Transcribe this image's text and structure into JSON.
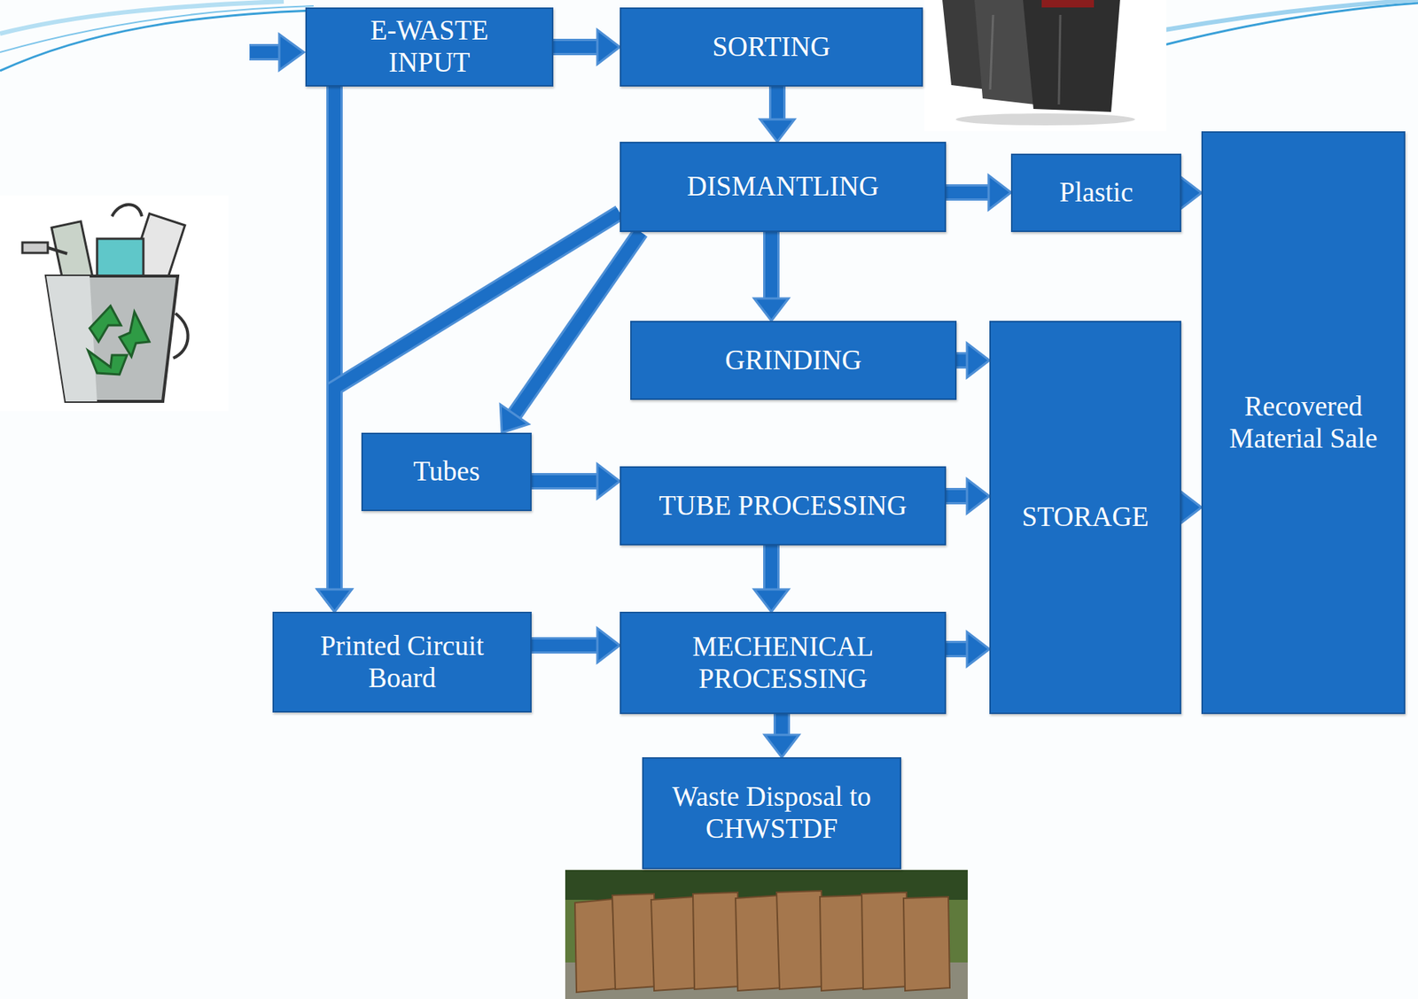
{
  "diagram": {
    "nodes": [
      {
        "text": [
          "E-WASTE INPUT"
        ]
      },
      {
        "text": [
          "SORTING"
        ]
      },
      {
        "text": [
          "DISMANTLING"
        ]
      },
      {
        "text": [
          "Plastic"
        ]
      },
      {
        "text": [
          "Recovered Material Sale"
        ]
      },
      {
        "text": [
          "GRINDING"
        ]
      },
      {
        "text": [
          "STORAGE"
        ]
      },
      {
        "text": [
          "Tubes"
        ]
      },
      {
        "text": [
          "TUBE PROCESSING"
        ]
      },
      {
        "text": [
          "Printed Circuit Board"
        ]
      },
      {
        "text": [
          "MECHENICAL PROCESSING"
        ]
      },
      {
        "text": [
          "Waste Disposal to CHWSTDF"
        ]
      }
    ],
    "edges": [
      {
        "from": 0,
        "to": 1,
        "arrow": "to"
      },
      {
        "from": 1,
        "to": 2,
        "arrow": "to"
      },
      {
        "from": 2,
        "to": 3,
        "arrow": "to"
      },
      {
        "from": 3,
        "to": 4,
        "arrow": "to"
      },
      {
        "from": 2,
        "to": 5,
        "arrow": "to"
      },
      {
        "from": 5,
        "to": 6,
        "arrow": "to"
      },
      {
        "from": 0,
        "to": 9,
        "arrow": "to"
      },
      {
        "from": 2,
        "to": 9,
        "arrow": "to"
      },
      {
        "from": 2,
        "to": 7,
        "arrow": "to"
      },
      {
        "from": 7,
        "to": 8,
        "arrow": "to"
      },
      {
        "from": 8,
        "to": 6,
        "arrow": "to"
      },
      {
        "from": 8,
        "to": 10,
        "arrow": "to"
      },
      {
        "from": 9,
        "to": 10,
        "arrow": "to"
      },
      {
        "from": 10,
        "to": 6,
        "arrow": "to"
      },
      {
        "from": 10,
        "to": 11,
        "arrow": "to"
      },
      {
        "from": 6,
        "to": 4,
        "arrow": "to"
      }
    ]
  }
}
